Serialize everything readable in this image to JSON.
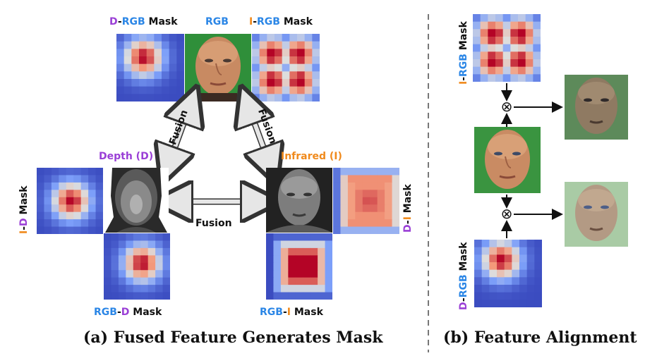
{
  "panel_a": {
    "top": {
      "d": "D",
      "rgb": "RGB",
      "mask": "Mask",
      "rgb_center": "RGB",
      "i": "I",
      "rgb2": "RGB",
      "mask2": "Mask",
      "dash": "-"
    },
    "fusion_left": "Fusion",
    "fusion_right": "Fusion",
    "fusion_middle": "Fusion",
    "depth_label": "Depth (D)",
    "infrared_label": "Infrared (I)",
    "left_mask_label": {
      "i": "I",
      "dash": "-",
      "d": "D",
      "mask": "Mask"
    },
    "right_mask_label": {
      "d": "D",
      "dash": "-",
      "i": "I",
      "mask": "Mask"
    },
    "bottom_left_label": {
      "rgb": "RGB",
      "dash": "-",
      "d": "D",
      "mask": "Mask"
    },
    "bottom_right_label": {
      "rgb": "RGB",
      "dash": "-",
      "i": "I",
      "mask": "Mask"
    },
    "caption": "(a) Fused Feature Generates Mask"
  },
  "panel_b": {
    "top_mask_label": {
      "i": "I",
      "dash": "-",
      "rgb": "RGB",
      "mask": "Mask"
    },
    "bottom_mask_label": {
      "d": "D",
      "dash": "-",
      "rgb": "RGB",
      "mask": "Mask"
    },
    "multiply_symbol": "⊗",
    "caption": "(b) Feature Alignment"
  },
  "colors": {
    "purple": "#9a3fd6",
    "blue": "#2b86e6",
    "orange": "#f08a1c",
    "mask_low": "#3b4cc0",
    "mask_high": "#b40426",
    "divider": "#777777",
    "arrow_gray": "#cfcfcf"
  },
  "icons": [
    "face-photo",
    "depth-map",
    "infrared-image",
    "attention-mask",
    "double-arrow",
    "multiply-symbol",
    "dashed-divider"
  ]
}
